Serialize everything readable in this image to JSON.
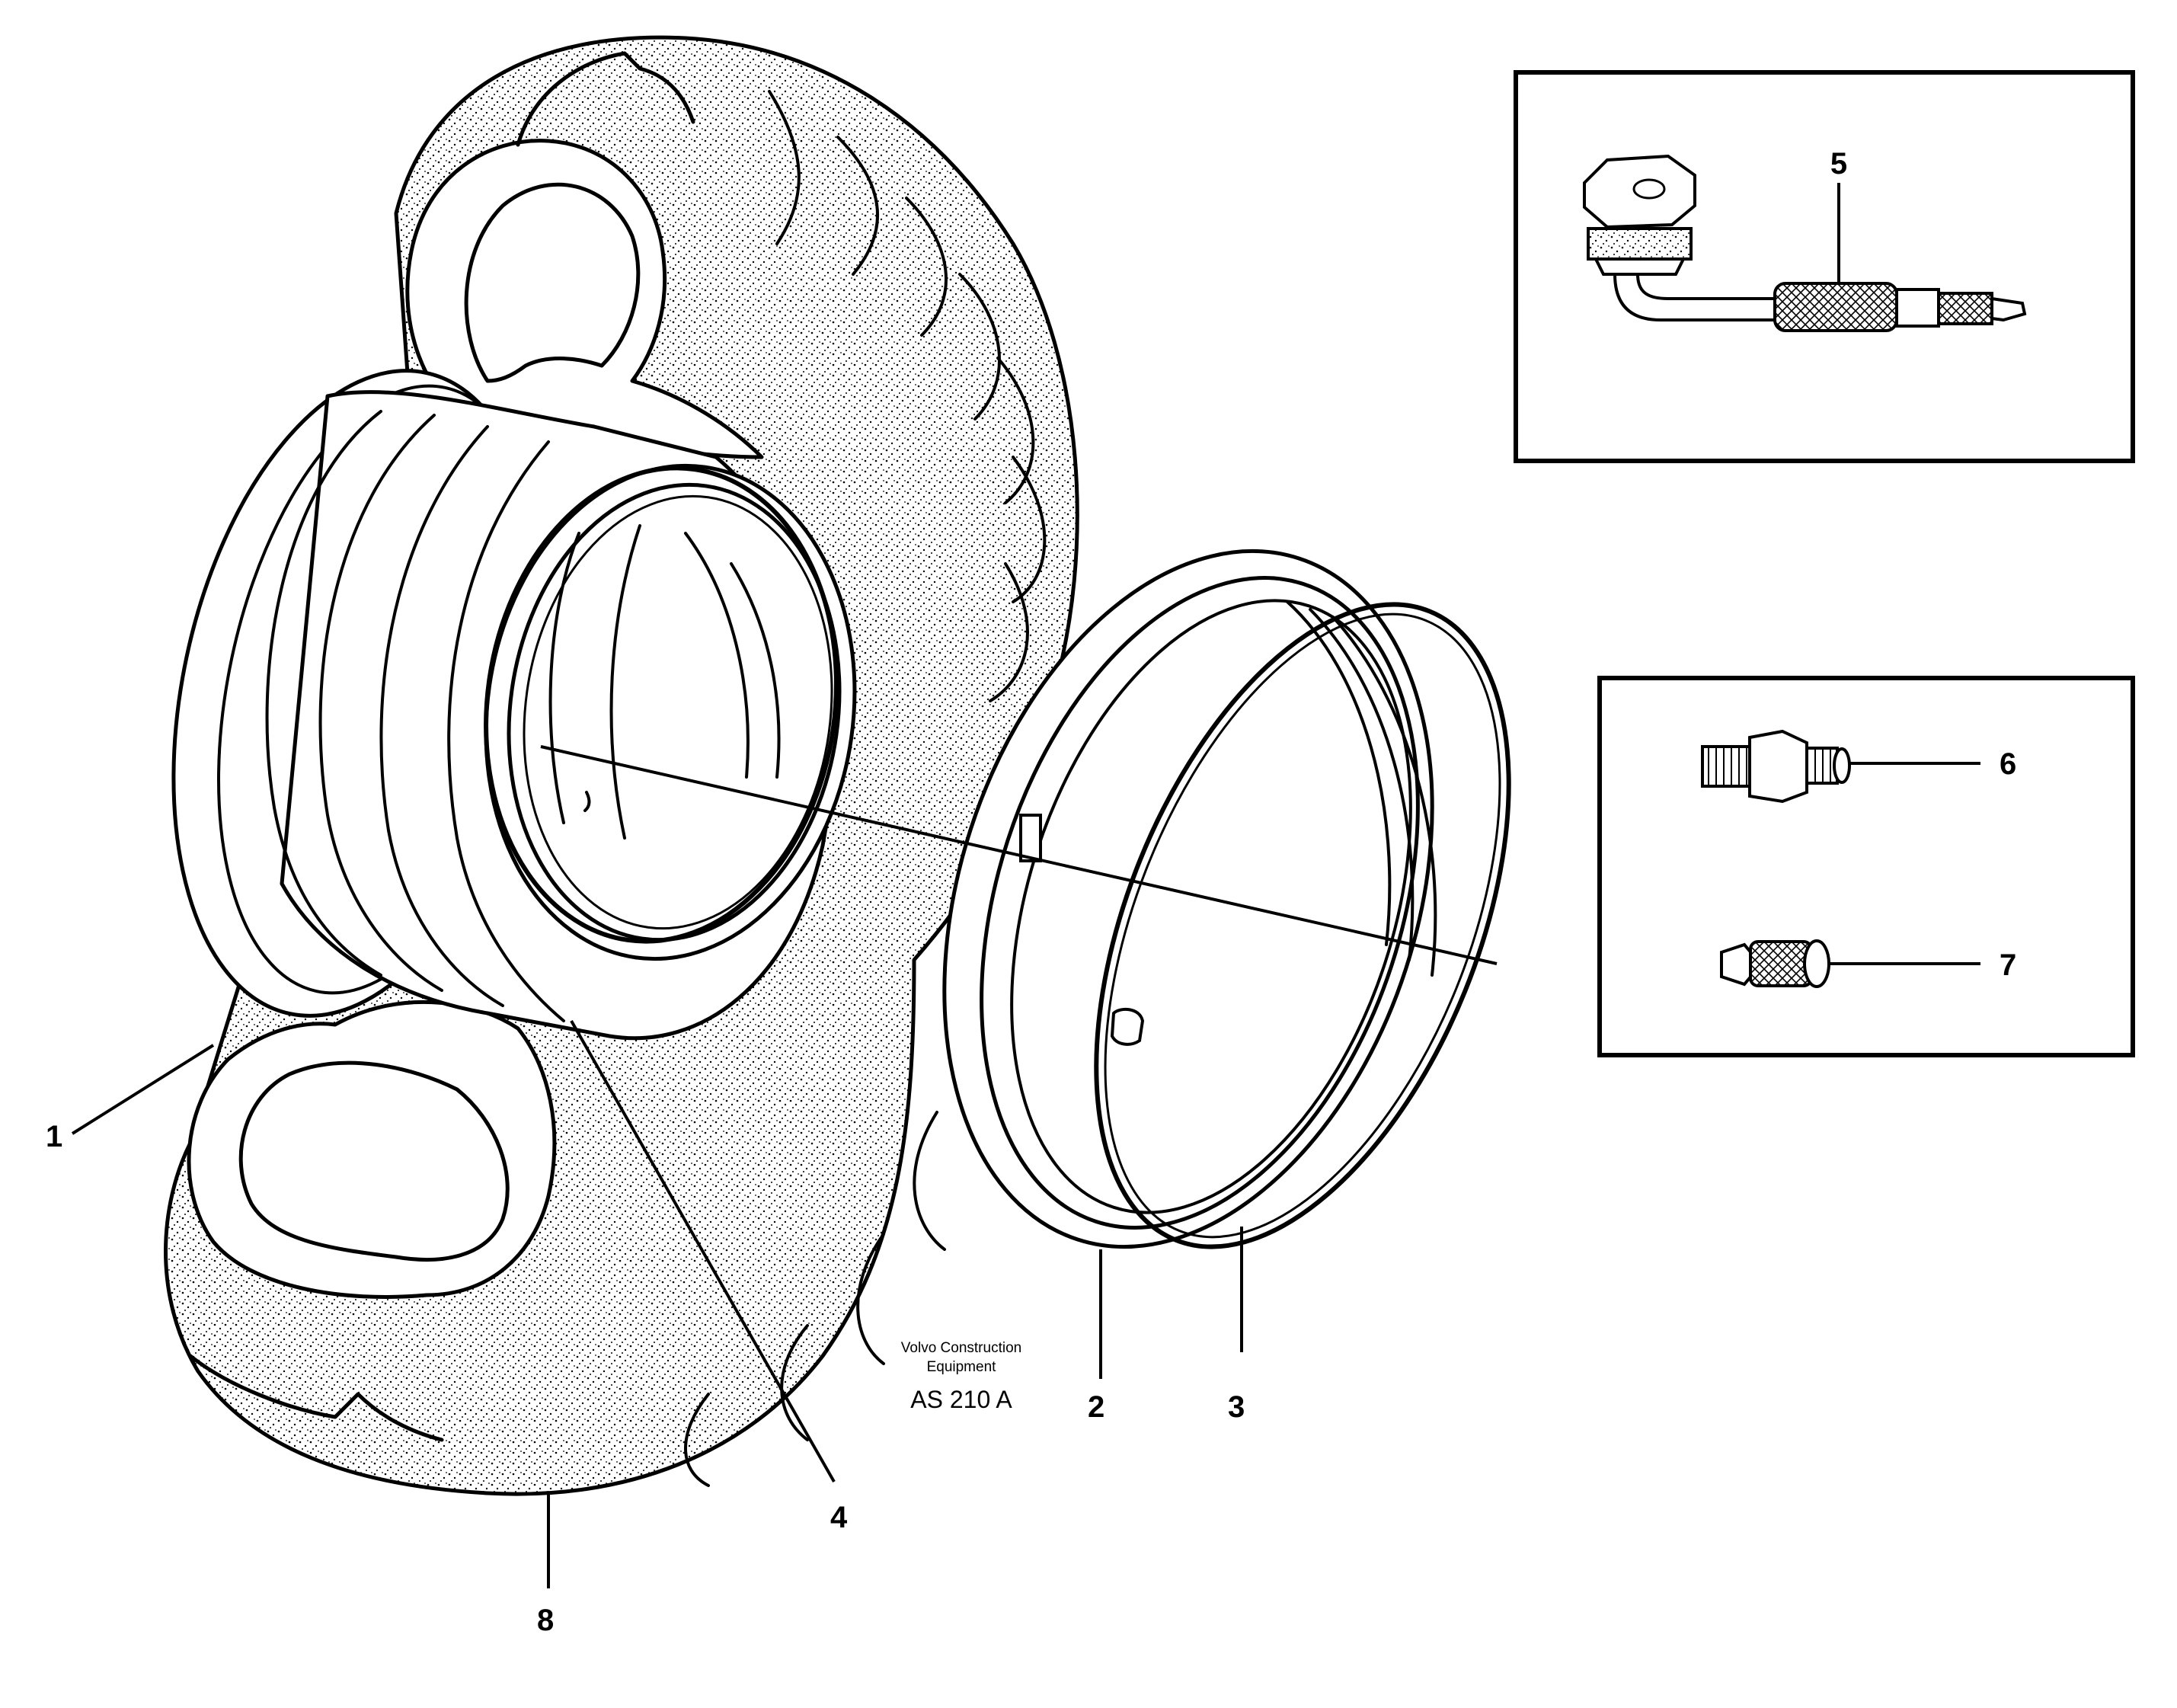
{
  "callouts": {
    "c1": "1",
    "c2": "2",
    "c3": "3",
    "c4": "4",
    "c5": "5",
    "c6": "6",
    "c7": "7",
    "c8": "8"
  },
  "credit": {
    "line1": "Volvo Construction",
    "line2": "Equipment",
    "code": "AS 210 A"
  },
  "icons": {
    "tire": "wheel-tire-exploded",
    "rim": "rim-ring",
    "lock_ring": "lock-ring",
    "valve_5": "angled-valve-extension",
    "valve_6": "valve-adapter",
    "valve_7": "valve-cap"
  }
}
